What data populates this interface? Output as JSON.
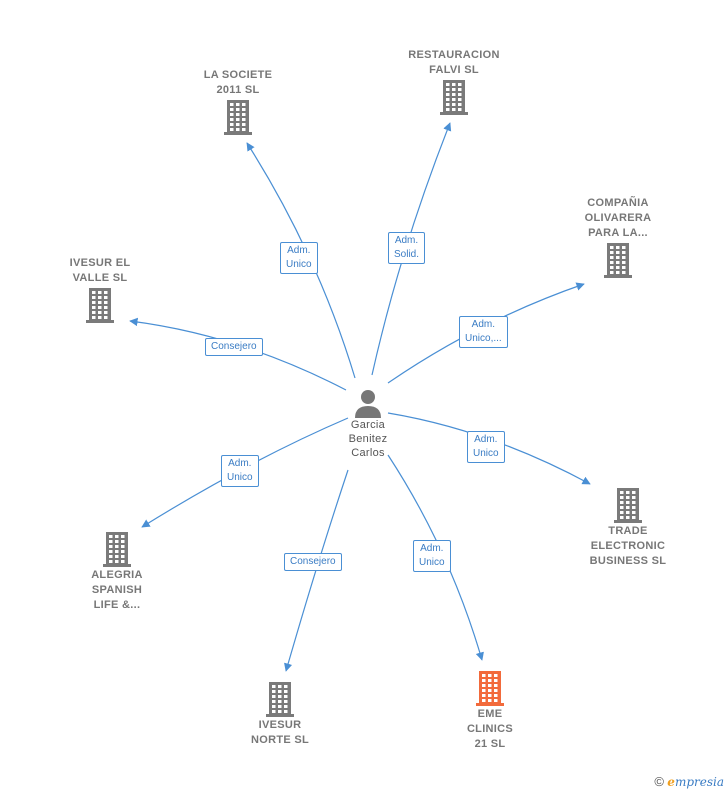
{
  "colors": {
    "edge": "#4a8fd4",
    "building": "#7a7a7a",
    "building_highlight": "#f26a3b",
    "person": "#777777"
  },
  "center": {
    "name": "Garcia\nBenitez\nCarlos"
  },
  "companies": [
    {
      "key": "la-societe",
      "name": "LA SOCIETE\n2011 SL",
      "role": "Adm.\nUnico",
      "highlight": false
    },
    {
      "key": "restauracion",
      "name": "RESTAURACION\nFALVI SL",
      "role": "Adm.\nSolid.",
      "highlight": false
    },
    {
      "key": "compania",
      "name": "COMPAÑIA\nOLIVARERA\nPARA LA...",
      "role": "Adm.\nUnico,...",
      "highlight": false
    },
    {
      "key": "ivesur-valle",
      "name": "IVESUR EL\nVALLE  SL",
      "role": "Consejero",
      "highlight": false
    },
    {
      "key": "trade",
      "name": "TRADE\nELECTRONIC\nBUSINESS SL",
      "role": "Adm.\nUnico",
      "highlight": false
    },
    {
      "key": "alegria",
      "name": "ALEGRIA\nSPANISH\nLIFE &...",
      "role": "Adm.\nUnico",
      "highlight": false
    },
    {
      "key": "ivesur-norte",
      "name": "IVESUR\nNORTE  SL",
      "role": "Consejero",
      "highlight": false
    },
    {
      "key": "eme",
      "name": "EME\nCLINICS\n21  SL",
      "role": "Adm.\nUnico",
      "highlight": true
    }
  ],
  "footer": {
    "copyright": "©",
    "brand_initial": "e",
    "brand_rest": "mpresia"
  }
}
